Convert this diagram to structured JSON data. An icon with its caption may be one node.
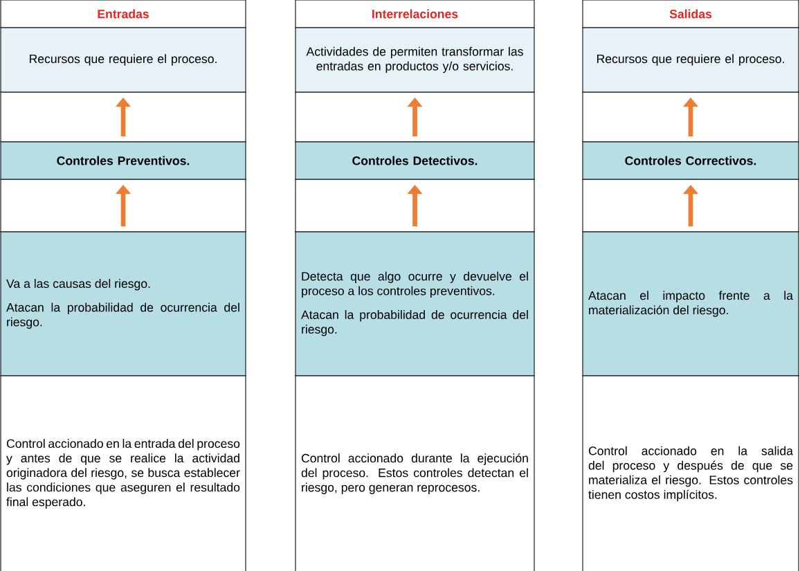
{
  "diagram": {
    "nodes": [
      {
        "text": [
          "Entradas"
        ]
      },
      {
        "text": [
          "Recursos que requiere el proceso."
        ]
      },
      {
        "text": [
          "Controles Preventivos."
        ]
      },
      {
        "text": [
          "Va a las causas del riesgo.",
          "Atacan la probabilidad de ocurrencia del riesgo."
        ]
      },
      {
        "text": [
          "Control accionado en la entrada del proceso y antes de que se realice la actividad originadora del riesgo, se busca establecer las condiciones que aseguren el resultado final esperado."
        ]
      },
      {
        "text": [
          "Interrelaciones"
        ]
      },
      {
        "text": [
          "Actividades de permiten transformar las entradas en productos y/o servicios."
        ]
      },
      {
        "text": [
          "Controles Detectivos."
        ]
      },
      {
        "text": [
          "Detecta que algo ocurre y devuelve el proceso a los controles preventivos.",
          "Atacan la probabilidad de ocurrencia del riesgo."
        ]
      },
      {
        "text": [
          "Control accionado durante la ejecución del proceso. Estos controles detectan el riesgo, pero generan reprocesos."
        ]
      },
      {
        "text": [
          "Salidas"
        ]
      },
      {
        "text": [
          "Recursos que requiere el proceso."
        ]
      },
      {
        "text": [
          "Controles Correctivos."
        ]
      },
      {
        "text": [
          "Atacan el impacto frente a la materialización del riesgo."
        ]
      },
      {
        "text": [
          "Control accionado en la salida del proceso y después de que se materializa el riesgo. Estos controles tienen costos implícitos."
        ]
      }
    ],
    "edges": [
      {
        "from": 2,
        "to": 1,
        "arrow": "to"
      },
      {
        "from": 3,
        "to": 2,
        "arrow": "to"
      },
      {
        "from": 7,
        "to": 6,
        "arrow": "to"
      },
      {
        "from": 8,
        "to": 7,
        "arrow": "to"
      },
      {
        "from": 12,
        "to": 11,
        "arrow": "to"
      },
      {
        "from": 13,
        "to": 12,
        "arrow": "to"
      }
    ]
  }
}
